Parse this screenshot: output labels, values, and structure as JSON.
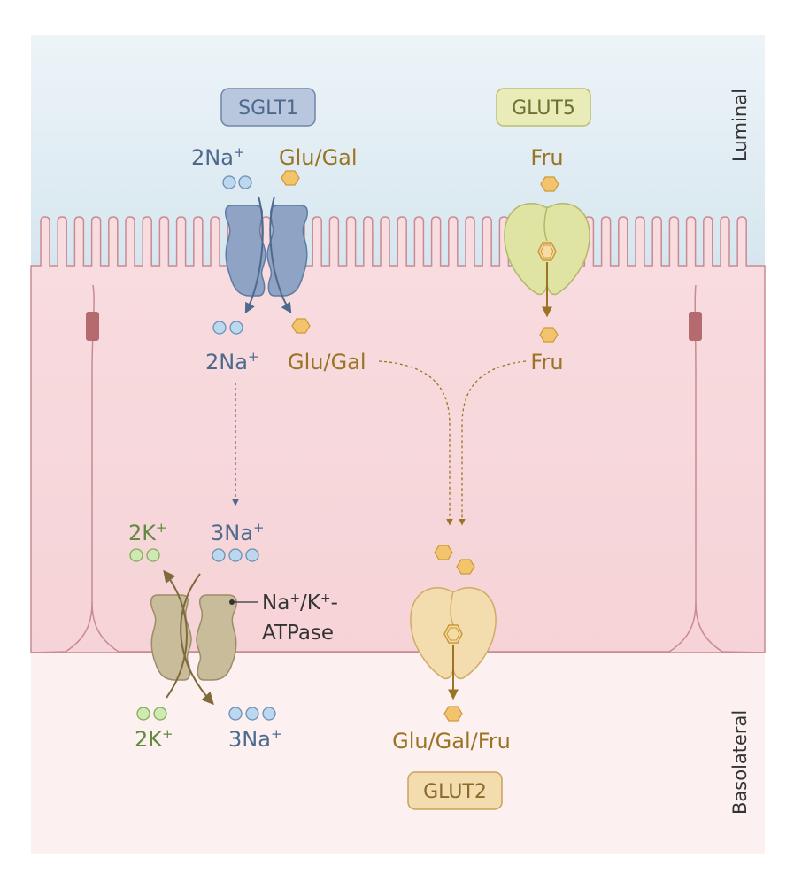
{
  "regions": {
    "luminal": "Luminal",
    "basolateral": "Basolateral"
  },
  "transporters": {
    "sglt1": "SGLT1",
    "glut5": "GLUT5",
    "glut2": "GLUT2",
    "pump_line1": "Na⁺/K⁺-",
    "pump_line2": "ATPase"
  },
  "labels": {
    "na_in_top": "2Na⁺",
    "glu_gal_top": "Glu/Gal",
    "fru_top": "Fru",
    "na_inside": "2Na⁺",
    "glu_gal_inside": "Glu/Gal",
    "fru_inside": "Fru",
    "k_out": "2K⁺",
    "na3_in": "3Na⁺",
    "k_in": "2K⁺",
    "na3_out": "3Na⁺",
    "glu_gal_fru": "Glu/Gal/Fru"
  },
  "colors": {
    "lumen": "#e4eef5",
    "cell": "#f6d5d9",
    "basolateral": "#fcecec",
    "membrane": "#c98a92",
    "sglt1": "#8fa3c4",
    "glut5": "#dfe4a3",
    "glut2": "#f3dcae",
    "pump": "#c9bc9b",
    "sodium": "#bcd8ef",
    "potassium": "#cfe8b4",
    "sugar": "#f3c46c"
  }
}
